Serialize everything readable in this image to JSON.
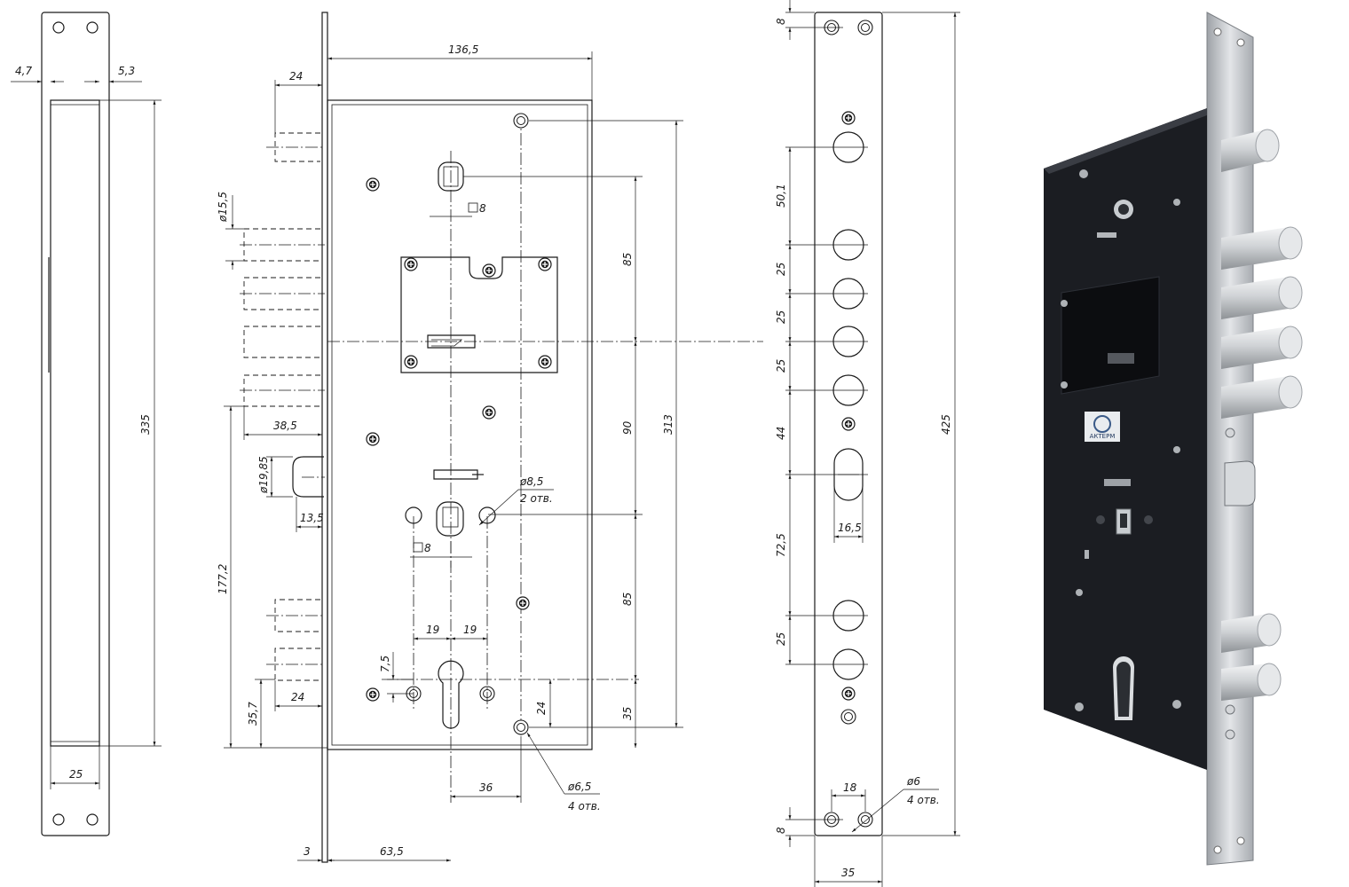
{
  "dimensions": {
    "d_4_7": "4,7",
    "d_5_3": "5,3",
    "d_335": "335",
    "d_25_faceplate": "25",
    "d_136_5": "136,5",
    "d_24_top": "24",
    "d_15_5": "ø15,5",
    "d_8_square_top": "8",
    "d_85_top": "85",
    "d_313": "313",
    "d_90": "90",
    "d_38_5": "38,5",
    "d_19_85": "ø19,85",
    "d_13_5": "13,5",
    "d_8_5": "ø8,5",
    "d_8_5_holes": "2 отв.",
    "d_8_square_bottom": "8",
    "d_85_bottom": "85",
    "d_177_2": "177,2",
    "d_19_left": "19",
    "d_19_right": "19",
    "d_7_5": "7,5",
    "d_24_bottom": "24",
    "d_35_7": "35,7",
    "d_24_cyl": "24",
    "d_35_cyl": "35",
    "d_36": "36",
    "d_6_5": "ø6,5",
    "d_6_5_holes": "4 отв.",
    "d_3": "3",
    "d_63_5": "63,5",
    "d_8_top_strip": "8",
    "d_50_1": "50,1",
    "d_25_a": "25",
    "d_25_b": "25",
    "d_25_c": "25",
    "d_44": "44",
    "d_72_5": "72,5",
    "d_25_d": "25",
    "d_425": "425",
    "d_16_5": "16,5",
    "d_18": "18",
    "d_6": "ø6",
    "d_6_holes": "4 отв.",
    "d_8_bottom_strip": "8",
    "d_35_strip": "35"
  },
  "photo": {
    "brand_logo_text": "АКТЕРМ",
    "plate_color": "#1b1d22",
    "faceplate_color": "#c9ccd1",
    "bolt_color": "#d9dcdf"
  }
}
